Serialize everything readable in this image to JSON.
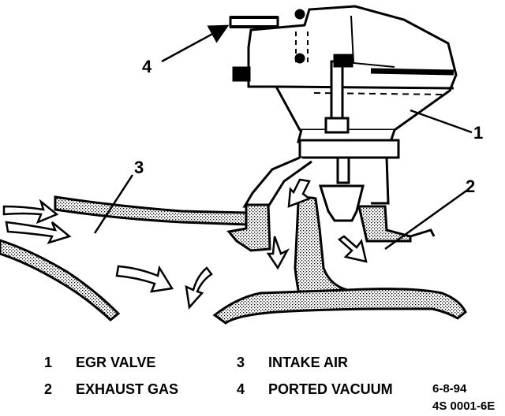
{
  "callouts": {
    "c1": "1",
    "c2": "2",
    "c3": "3",
    "c4": "4"
  },
  "legend": [
    {
      "number": "1",
      "label": "EGR VALVE"
    },
    {
      "number": "2",
      "label": "EXHAUST GAS"
    },
    {
      "number": "3",
      "label": "INTAKE AIR"
    },
    {
      "number": "4",
      "label": "PORTED VACUUM"
    }
  ],
  "figure_date": "6-8-94",
  "figure_code": "4S 0001-6E"
}
